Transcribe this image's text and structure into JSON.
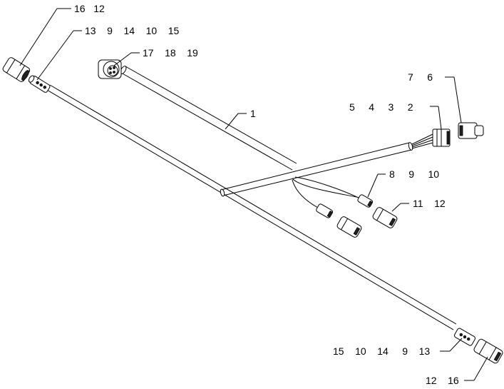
{
  "callouts": {
    "top_left_1": "16   12",
    "top_left_2": "13    9    14    10    15",
    "panel_socket": "17    18    19",
    "main_cable": "1",
    "right_connector": "5     4     3     2",
    "right_cap": "7     6",
    "branch_plug": "8     9     10",
    "branch_socket": "11    12",
    "bottom_right_1": "15    10    14     9    13",
    "bottom_right_2": "12    16"
  },
  "colors": {
    "line": "#000000",
    "background": "#ffffff"
  }
}
